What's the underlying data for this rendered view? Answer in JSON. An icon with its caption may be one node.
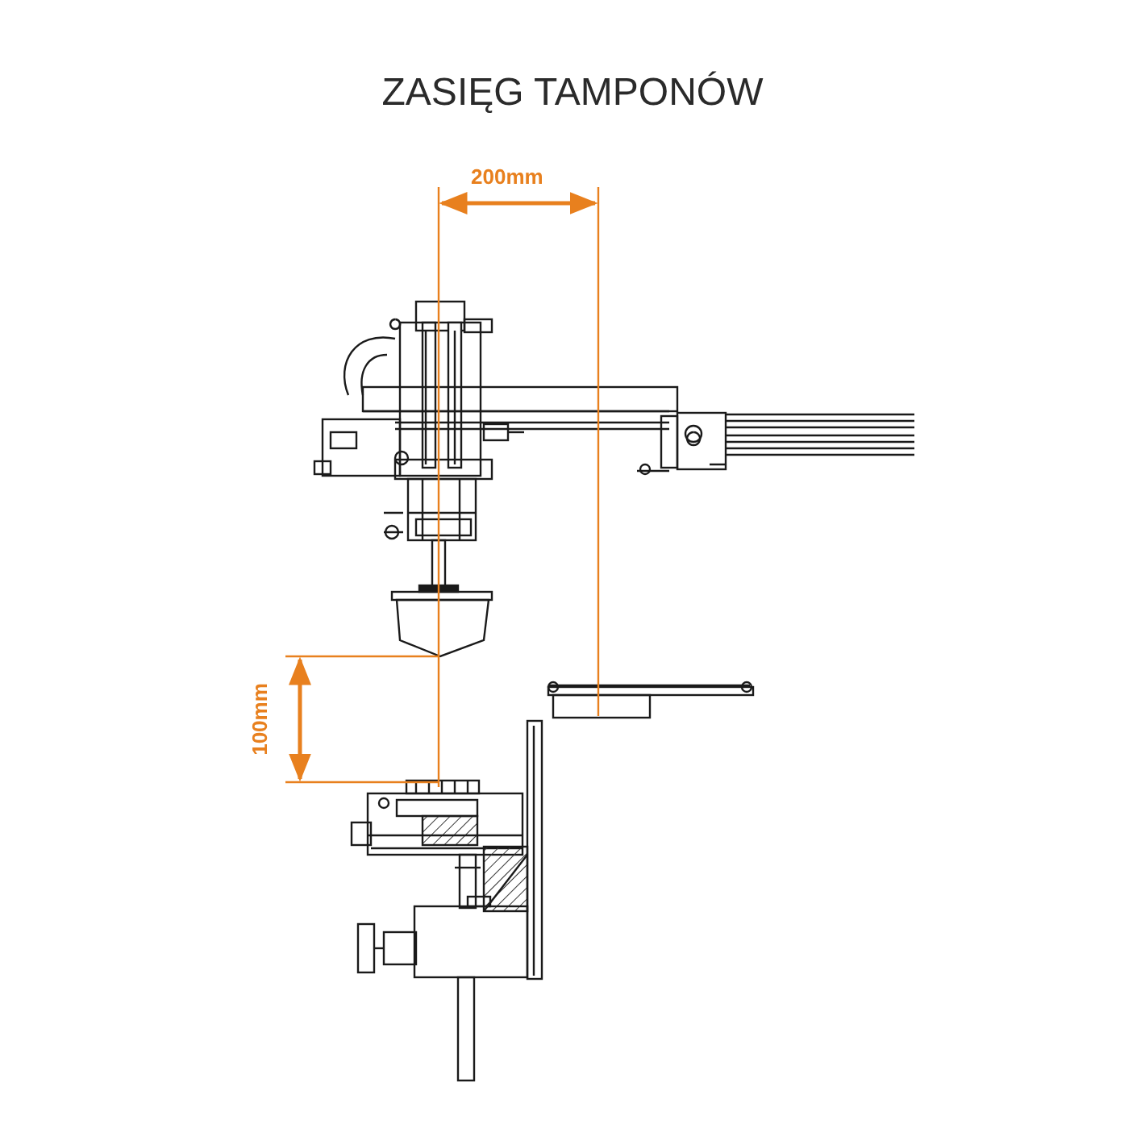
{
  "diagram": {
    "title": "ZASIĘG TAMPONÓW",
    "labels": [
      "200mm",
      "100mm"
    ]
  }
}
